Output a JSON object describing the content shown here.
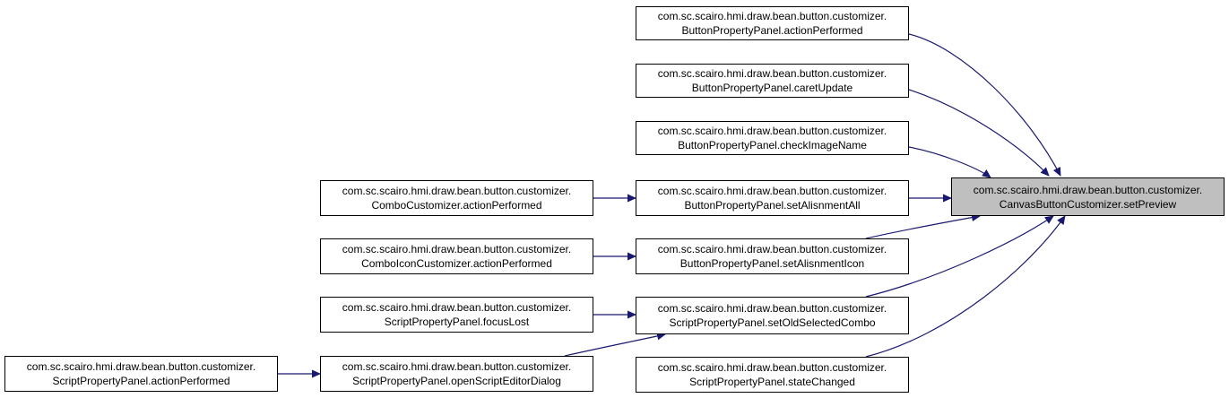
{
  "colors": {
    "edge": "#191970",
    "border": "#000000",
    "focus_fill": "#bfbfbf",
    "node_fill": "#ffffff"
  },
  "nodes": {
    "focus": {
      "line1": "com.sc.scairo.hmi.draw.bean.button.customizer.",
      "line2": "CanvasButtonCustomizer.setPreview"
    },
    "bpp_action": {
      "line1": "com.sc.scairo.hmi.draw.bean.button.customizer.",
      "line2": "ButtonPropertyPanel.actionPerformed"
    },
    "bpp_caret": {
      "line1": "com.sc.scairo.hmi.draw.bean.button.customizer.",
      "line2": "ButtonPropertyPanel.caretUpdate"
    },
    "bpp_check": {
      "line1": "com.sc.scairo.hmi.draw.bean.button.customizer.",
      "line2": "ButtonPropertyPanel.checkImageName"
    },
    "bpp_align_all": {
      "line1": "com.sc.scairo.hmi.draw.bean.button.customizer.",
      "line2": "ButtonPropertyPanel.setAlisnmentAll"
    },
    "bpp_align_icon": {
      "line1": "com.sc.scairo.hmi.draw.bean.button.customizer.",
      "line2": "ButtonPropertyPanel.setAlisnmentIcon"
    },
    "spp_old_combo": {
      "line1": "com.sc.scairo.hmi.draw.bean.button.customizer.",
      "line2": "ScriptPropertyPanel.setOldSelectedCombo"
    },
    "spp_state": {
      "line1": "com.sc.scairo.hmi.draw.bean.button.customizer.",
      "line2": "ScriptPropertyPanel.stateChanged"
    },
    "combo_action": {
      "line1": "com.sc.scairo.hmi.draw.bean.button.customizer.",
      "line2": "ComboCustomizer.actionPerformed"
    },
    "comboicon_action": {
      "line1": "com.sc.scairo.hmi.draw.bean.button.customizer.",
      "line2": "ComboIconCustomizer.actionPerformed"
    },
    "spp_focus": {
      "line1": "com.sc.scairo.hmi.draw.bean.button.customizer.",
      "line2": "ScriptPropertyPanel.focusLost"
    },
    "spp_open": {
      "line1": "com.sc.scairo.hmi.draw.bean.button.customizer.",
      "line2": "ScriptPropertyPanel.openScriptEditorDialog"
    },
    "spp_action": {
      "line1": "com.sc.scairo.hmi.draw.bean.button.customizer.",
      "line2": "ScriptPropertyPanel.actionPerformed"
    }
  },
  "edges": [
    {
      "from": "bpp_action",
      "to": "focus"
    },
    {
      "from": "bpp_caret",
      "to": "focus"
    },
    {
      "from": "bpp_check",
      "to": "focus"
    },
    {
      "from": "bpp_align_all",
      "to": "focus"
    },
    {
      "from": "bpp_align_icon",
      "to": "focus"
    },
    {
      "from": "spp_old_combo",
      "to": "focus"
    },
    {
      "from": "spp_state",
      "to": "focus"
    },
    {
      "from": "combo_action",
      "to": "bpp_align_all"
    },
    {
      "from": "comboicon_action",
      "to": "bpp_align_icon"
    },
    {
      "from": "spp_focus",
      "to": "spp_old_combo"
    },
    {
      "from": "spp_open",
      "to": "spp_old_combo"
    },
    {
      "from": "spp_action",
      "to": "spp_open"
    }
  ]
}
